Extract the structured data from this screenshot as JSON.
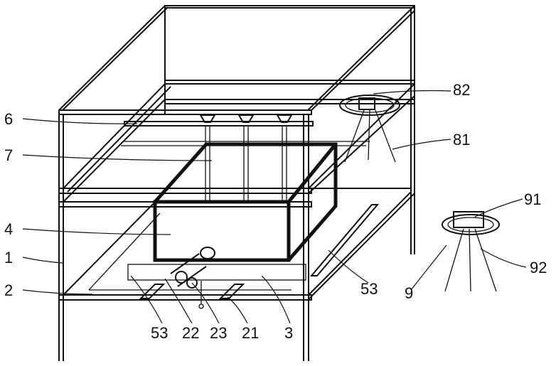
{
  "figure": {
    "labels": {
      "l6": "6",
      "l7": "7",
      "l4": "4",
      "l1": "1",
      "l2": "2",
      "l53a": "53",
      "l22": "22",
      "l23": "23",
      "l21": "21",
      "l3": "3",
      "l53b": "53",
      "l9": "9",
      "l92": "92",
      "l91": "91",
      "l81": "81",
      "l82": "82"
    }
  }
}
